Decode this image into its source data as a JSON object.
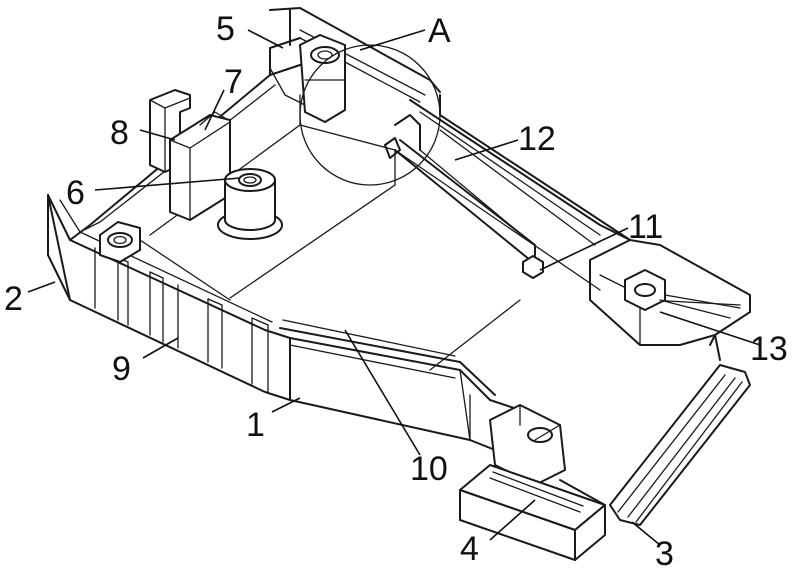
{
  "labels": {
    "p1": "1",
    "p2": "2",
    "p3": "3",
    "p4": "4",
    "p5": "5",
    "p6": "6",
    "p7": "7",
    "p8": "8",
    "p9": "9",
    "p10": "10",
    "p11": "11",
    "p12": "12",
    "p13": "13",
    "detail": "A"
  }
}
